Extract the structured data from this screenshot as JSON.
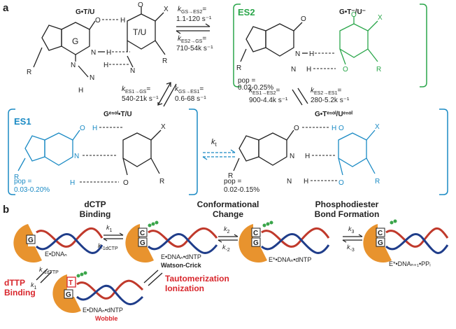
{
  "panel_a": {
    "label": "a",
    "gs": {
      "title": "G•T/U",
      "x_sub": "X",
      "ring_label_g": "G",
      "ring_label_tu": "T/U",
      "atoms": {
        "o1": "O",
        "h1": "H",
        "n1": "N",
        "n2": "N",
        "h2": "H",
        "n3": "N",
        "h3": "H",
        "r1": "R",
        "r2": "R",
        "o2": "O",
        "n4": "N",
        "nh": "H"
      }
    },
    "es2": {
      "box": "ES2",
      "title": "G•T⁻/U⁻",
      "pop_label": "pop =",
      "pop": "0.02-0.25%"
    },
    "es1": {
      "box": "ES1",
      "title": "Gᵉⁿᵒˡ•T/U",
      "pop_label": "pop =",
      "pop": "0.03-0.20%"
    },
    "es3": {
      "title": "G•Tᵉⁿᵒˡ/Uᵉⁿᵒˡ",
      "pop_label": "pop =",
      "pop": "0.02-0.15%"
    },
    "rates": {
      "gs_es2_k": "k",
      "gs_es2_sub": "GS→ES2",
      "gs_es2_eq": "=",
      "gs_es2_val": "1.1-120 s⁻¹",
      "es2_gs_k": "k",
      "es2_gs_sub": "ES2→GS",
      "es2_gs_eq": "=",
      "es2_gs_val": "710-54k s⁻¹",
      "es1_gs_k": "k",
      "es1_gs_sub": "ES1→GS",
      "es1_gs_eq": "=",
      "es1_gs_val": "540-21k s⁻¹",
      "gs_es1_k": "k",
      "gs_es1_sub": "GS→ES1",
      "gs_es1_eq": "=",
      "gs_es1_val": "0.6-68 s⁻¹",
      "es1_es2_k": "k",
      "es1_es2_sub": "ES1→ES2",
      "es1_es2_eq": "=",
      "es1_es2_val": "900-4.4k s⁻¹",
      "es2_es1_k": "k",
      "es2_es1_sub": "ES2→ES1",
      "es2_es1_eq": "=",
      "es2_es1_val": "280-5.2k s⁻¹",
      "kt": "k",
      "kt_sub": "t"
    },
    "colors": {
      "es1": "#1a8ac4",
      "es2": "#2aa64a"
    }
  },
  "panel_b": {
    "label": "b",
    "steps": {
      "dctp_binding": [
        "dCTP",
        "Binding"
      ],
      "conformational_change": [
        "Conformational",
        "Change"
      ],
      "phosphodiester": [
        "Phosphodiester",
        "Bond Formation"
      ],
      "dttp_binding": [
        "dTTP",
        "Binding"
      ],
      "tautomerization": [
        "Tautomerization",
        "Ionization"
      ]
    },
    "states": {
      "e_dna": "E•DNAₙ",
      "e_dna_dntp": "E•DNAₙ•dNTP",
      "watson_crick": "Watson-Crick",
      "e_star": "E*•DNAₙ•dNTP",
      "e_final": "E*•DNAₙ₊₁•PPᵢ",
      "e_wobble": "E•DNAₙ•dNTP",
      "wobble": "Wobble"
    },
    "rates": {
      "k1": "k",
      "k1_sub": "1",
      "k_1dctp": "k",
      "k_1dctp_sub": "-1dCTP",
      "k2": "k",
      "k2_sub": "2",
      "k_2": "k",
      "k_2_sub": "-2",
      "k3": "k",
      "k3_sub": "3",
      "k_3": "k",
      "k_3_sub": "-3",
      "k_1dttp": "k",
      "k_1dttp_sub": "-1dTTP",
      "k1b": "k",
      "k1b_sub": "1"
    },
    "base_labels": {
      "g": "G",
      "c": "C",
      "t": "T"
    },
    "colors": {
      "enzyme": "#e8932e",
      "strand_red": "#c0392b",
      "strand_blue": "#1f3d8a",
      "highlight_red": "#d8262c"
    }
  }
}
